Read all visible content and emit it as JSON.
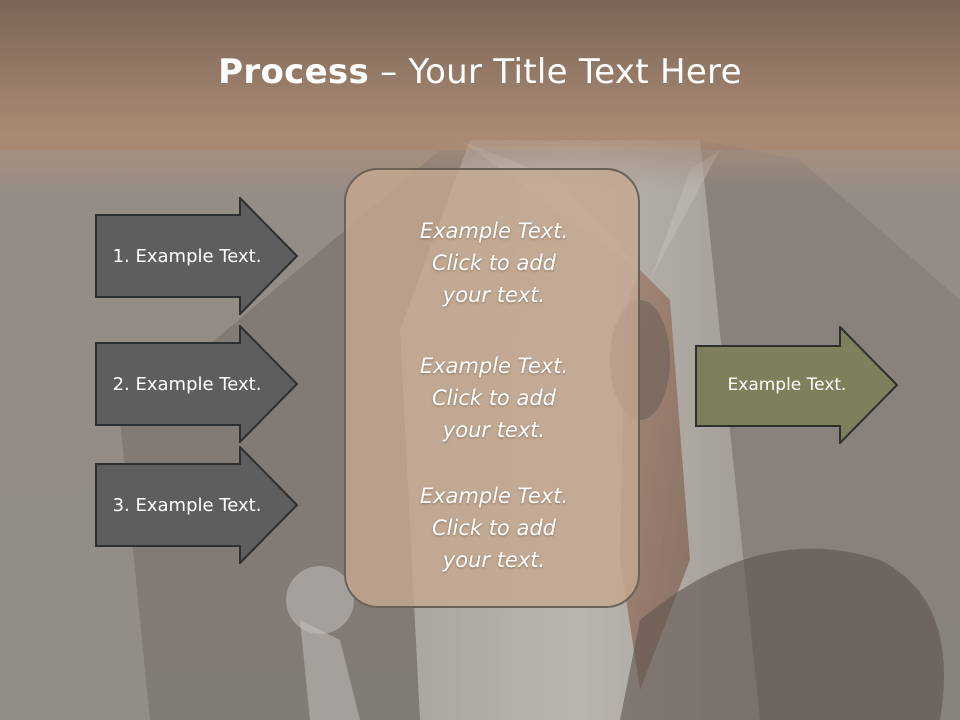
{
  "title": {
    "bold": "Process",
    "rest": " – Your Title Text Here"
  },
  "steps": [
    {
      "label": "1. Example Text."
    },
    {
      "label": "2. Example Text."
    },
    {
      "label": "3. Example Text."
    }
  ],
  "center_box": {
    "blocks": [
      {
        "line1": "Example Text.",
        "line2": "Click  to add",
        "line3": "your text."
      },
      {
        "line1": "Example Text.",
        "line2": "Click  to add",
        "line3": "your text."
      },
      {
        "line1": "Example Text.",
        "line2": "Click  to add",
        "line3": "your text."
      }
    ]
  },
  "result": {
    "label": "Example Text."
  },
  "colors": {
    "banner": "#9c7b65",
    "step_arrow": "#5e5e5e",
    "center_box": "#c4a890",
    "result_arrow": "#7f7f5c"
  }
}
